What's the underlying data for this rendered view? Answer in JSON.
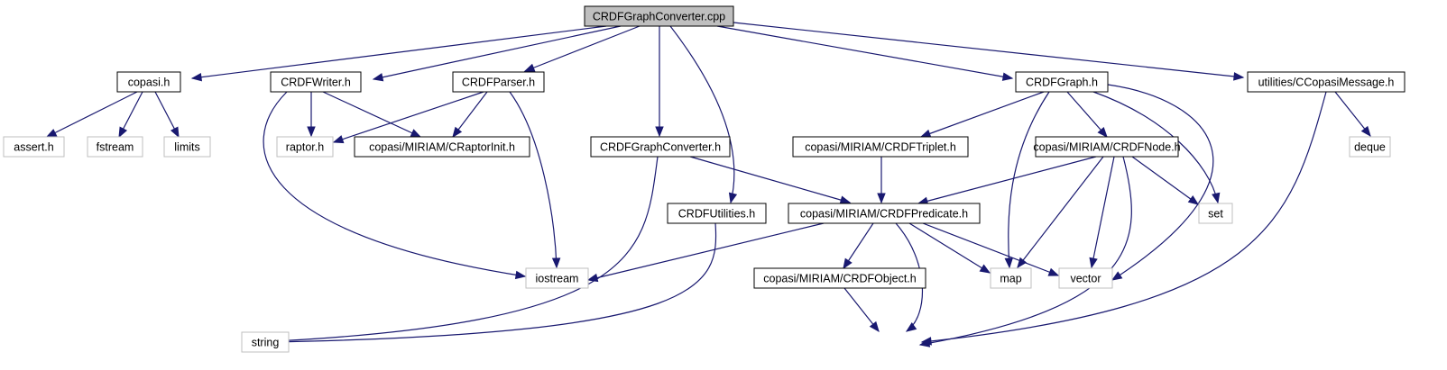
{
  "colors": {
    "edge": "#191970",
    "root_fill": "#bfbfbf",
    "root_border": "#000000",
    "doc_border": "#000000",
    "sys_border": "#bfbfbf",
    "text": "#000000",
    "background": "#ffffff"
  },
  "nodes": [
    {
      "id": "root",
      "label": "CRDFGraphConverter.cpp",
      "kind": "root"
    },
    {
      "id": "copasi",
      "label": "copasi.h",
      "kind": "doc"
    },
    {
      "id": "writer",
      "label": "CRDFWriter.h",
      "kind": "doc"
    },
    {
      "id": "parser",
      "label": "CRDFParser.h",
      "kind": "doc"
    },
    {
      "id": "graph",
      "label": "CRDFGraph.h",
      "kind": "doc"
    },
    {
      "id": "cmsg",
      "label": "utilities/CCopasiMessage.h",
      "kind": "doc"
    },
    {
      "id": "assert",
      "label": "assert.h",
      "kind": "sys"
    },
    {
      "id": "fstream",
      "label": "fstream",
      "kind": "sys"
    },
    {
      "id": "limits",
      "label": "limits",
      "kind": "sys"
    },
    {
      "id": "raptor",
      "label": "raptor.h",
      "kind": "sys"
    },
    {
      "id": "raptorinit",
      "label": "copasi/MIRIAM/CRaptorInit.h",
      "kind": "doc"
    },
    {
      "id": "convh",
      "label": "CRDFGraphConverter.h",
      "kind": "doc"
    },
    {
      "id": "triplet",
      "label": "copasi/MIRIAM/CRDFTriplet.h",
      "kind": "doc"
    },
    {
      "id": "node",
      "label": "copasi/MIRIAM/CRDFNode.h",
      "kind": "doc"
    },
    {
      "id": "deque",
      "label": "deque",
      "kind": "sys"
    },
    {
      "id": "utils",
      "label": "CRDFUtilities.h",
      "kind": "doc"
    },
    {
      "id": "pred",
      "label": "copasi/MIRIAM/CRDFPredicate.h",
      "kind": "doc"
    },
    {
      "id": "set",
      "label": "set",
      "kind": "sys"
    },
    {
      "id": "iostream",
      "label": "iostream",
      "kind": "sys"
    },
    {
      "id": "object",
      "label": "copasi/MIRIAM/CRDFObject.h",
      "kind": "doc"
    },
    {
      "id": "map",
      "label": "map",
      "kind": "sys"
    },
    {
      "id": "vector",
      "label": "vector",
      "kind": "sys"
    },
    {
      "id": "string",
      "label": "string",
      "kind": "sys"
    }
  ],
  "edges": [
    {
      "from": "root",
      "to": "copasi"
    },
    {
      "from": "root",
      "to": "writer"
    },
    {
      "from": "root",
      "to": "parser"
    },
    {
      "from": "root",
      "to": "convh"
    },
    {
      "from": "root",
      "to": "utils"
    },
    {
      "from": "root",
      "to": "graph"
    },
    {
      "from": "root",
      "to": "cmsg"
    },
    {
      "from": "copasi",
      "to": "assert"
    },
    {
      "from": "copasi",
      "to": "fstream"
    },
    {
      "from": "copasi",
      "to": "limits"
    },
    {
      "from": "writer",
      "to": "raptor"
    },
    {
      "from": "writer",
      "to": "raptorinit"
    },
    {
      "from": "writer",
      "to": "iostream"
    },
    {
      "from": "parser",
      "to": "raptor"
    },
    {
      "from": "parser",
      "to": "raptorinit"
    },
    {
      "from": "parser",
      "to": "iostream"
    },
    {
      "from": "convh",
      "to": "pred"
    },
    {
      "from": "convh",
      "to": "string"
    },
    {
      "from": "utils",
      "to": "string"
    },
    {
      "from": "graph",
      "to": "triplet"
    },
    {
      "from": "graph",
      "to": "node"
    },
    {
      "from": "graph",
      "to": "map"
    },
    {
      "from": "graph",
      "to": "set"
    },
    {
      "from": "graph",
      "to": "vector"
    },
    {
      "from": "triplet",
      "to": "pred"
    },
    {
      "from": "node",
      "to": "pred"
    },
    {
      "from": "node",
      "to": "set"
    },
    {
      "from": "node",
      "to": "map"
    },
    {
      "from": "node",
      "to": "vector"
    },
    {
      "from": "node",
      "to": "string"
    },
    {
      "from": "pred",
      "to": "iostream"
    },
    {
      "from": "pred",
      "to": "object"
    },
    {
      "from": "pred",
      "to": "map"
    },
    {
      "from": "pred",
      "to": "vector"
    },
    {
      "from": "pred",
      "to": "string"
    },
    {
      "from": "object",
      "to": "string"
    },
    {
      "from": "cmsg",
      "to": "deque"
    },
    {
      "from": "cmsg",
      "to": "string"
    }
  ]
}
